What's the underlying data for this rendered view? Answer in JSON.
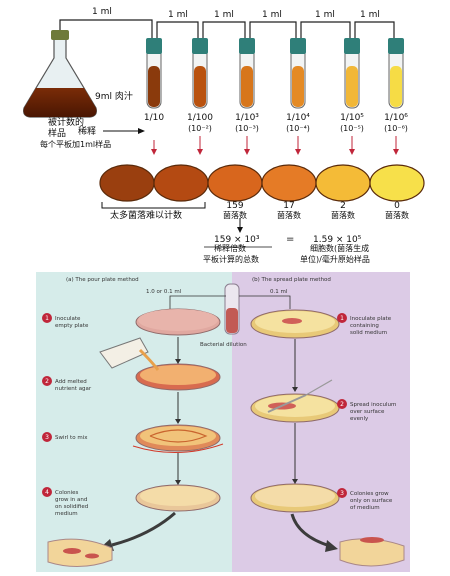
{
  "dilution": {
    "transfer_labels": [
      "1 ml",
      "1 ml",
      "1 ml",
      "1 ml",
      "1 ml",
      "1 ml"
    ],
    "flask_label_line1": "被计数的",
    "flask_label_line2": "样品",
    "diluent_label": "9ml 肉汁",
    "dilute_label": "稀释",
    "per_plate_label": "每个平板加1ml样品",
    "tubes": [
      {
        "ratio": "1/10",
        "exp": "",
        "color": "#8a3a0c"
      },
      {
        "ratio": "1/100",
        "exp": "(10⁻²)",
        "color": "#b9520f"
      },
      {
        "ratio": "1/10³",
        "exp": "(10⁻³)",
        "color": "#d7761b"
      },
      {
        "ratio": "1/10⁴",
        "exp": "(10⁻⁴)",
        "color": "#e48a24"
      },
      {
        "ratio": "1/10⁵",
        "exp": "(10⁻⁵)",
        "color": "#f1b737"
      },
      {
        "ratio": "1/10⁶",
        "exp": "(10⁻⁶)",
        "color": "#f6dc45"
      }
    ],
    "plates": [
      {
        "count": "",
        "label": "",
        "color": "#9a3f0f"
      },
      {
        "count": "",
        "label": "",
        "color": "#b44a12"
      },
      {
        "count": "159",
        "label": "菌落数",
        "color": "#d8661d"
      },
      {
        "count": "17",
        "label": "菌落数",
        "color": "#e57b26"
      },
      {
        "count": "2",
        "label": "菌落数",
        "color": "#f4bb37"
      },
      {
        "count": "0",
        "label": "菌落数",
        "color": "#f7e04a"
      }
    ],
    "too_many_label": "太多菌落难以计数",
    "formula_left": "159 × 10³",
    "formula_eq": "=",
    "formula_right": "1.59 × 10⁵",
    "formula_left_caption1": "稀释倍数",
    "formula_left_caption2": "平板计算的总数",
    "formula_right_caption1": "细胞数(菌落生成",
    "formula_right_caption2": "单位)/毫升原始样品"
  },
  "methods": {
    "pour": {
      "header": "(a) The pour plate method",
      "volume_label": "1.0 or 0.1 ml",
      "serial_label": "Bacterial dilution",
      "steps": [
        {
          "n": "1",
          "text": [
            "Inoculate",
            "empty plate"
          ]
        },
        {
          "n": "2",
          "text": [
            "Add melted",
            "nutrient agar"
          ]
        },
        {
          "n": "3",
          "text": [
            "Swirl to mix"
          ]
        },
        {
          "n": "4",
          "text": [
            "Colonies",
            "grow in and",
            "on solidified",
            "medium"
          ]
        }
      ]
    },
    "spread": {
      "header": "(b) The spread plate method",
      "volume_label": "0.1 ml",
      "steps": [
        {
          "n": "1",
          "text": [
            "Inoculate plate",
            "containing",
            "solid medium"
          ]
        },
        {
          "n": "2",
          "text": [
            "Spread inoculum",
            "over surface",
            "evenly"
          ]
        },
        {
          "n": "3",
          "text": [
            "Colonies grow",
            "only on surface",
            "of medium"
          ]
        }
      ]
    }
  }
}
